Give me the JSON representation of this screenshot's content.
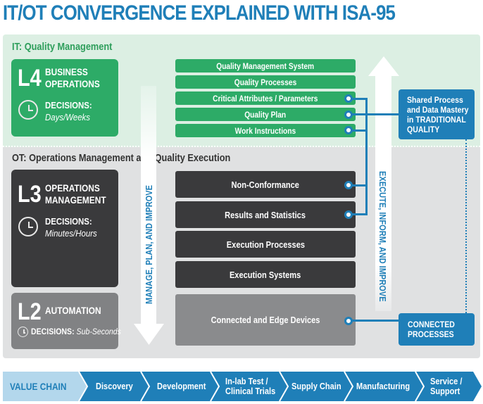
{
  "title": "IT/OT CONVERGENCE EXPLAINED WITH ISA-95",
  "zones": {
    "it": {
      "label": "IT: Quality Management"
    },
    "ot": {
      "label": "OT: Operations Management and Quality Execution"
    }
  },
  "levels": [
    {
      "number": "L4",
      "name_line1": "BUSINESS",
      "name_line2": "OPERATIONS",
      "decisions_label": "DECISIONS:",
      "decisions_value": "Days/Weeks",
      "icon": "clock-icon"
    },
    {
      "number": "L3",
      "name_line1": "OPERATIONS",
      "name_line2": "MANAGEMENT",
      "decisions_label": "DECISIONS:",
      "decisions_value": "Minutes/Hours",
      "icon": "clock-icon"
    },
    {
      "number": "L2",
      "name_line1": "AUTOMATION",
      "decisions_label": "DECISIONS:",
      "decisions_value": "Sub-Seconds",
      "icon": "clock-icon"
    }
  ],
  "it_items": [
    "Quality Management System",
    "Quality Processes",
    "Critical Attributes / Parameters",
    "Quality Plan",
    "Work Instructions"
  ],
  "ot_items": [
    "Non-Conformance",
    "Results and Statistics",
    "Execution Processes",
    "Execution Systems",
    "Connected and Edge Devices"
  ],
  "arrows": {
    "down": "MANAGE, PLAN, AND IMPROVE",
    "up": "EXECUTE, INFORM, AND IMPROVE"
  },
  "callouts": {
    "shared": {
      "line1": "Shared Process",
      "line2": "and Data Mastery",
      "line3": "in TRADITIONAL",
      "line4": "QUALITY"
    },
    "connected": {
      "line1": "CONNECTED",
      "line2": "PROCESSES"
    }
  },
  "value_chain": {
    "label": "VALUE CHAIN",
    "steps": [
      {
        "line1": "Discovery"
      },
      {
        "line1": "Development"
      },
      {
        "line1": "In-lab Test /",
        "line2": "Clinical Trials"
      },
      {
        "line1": "Supply Chain"
      },
      {
        "line1": "Manufacturing"
      },
      {
        "line1": "Service /",
        "line2": "Support"
      }
    ]
  },
  "colors": {
    "brand_blue": "#1f7fb8",
    "it_green": "#2dab67",
    "ot_dark": "#3a3a3c",
    "automation_gray": "#818284",
    "value_chain_light": "#b3d7ec"
  }
}
